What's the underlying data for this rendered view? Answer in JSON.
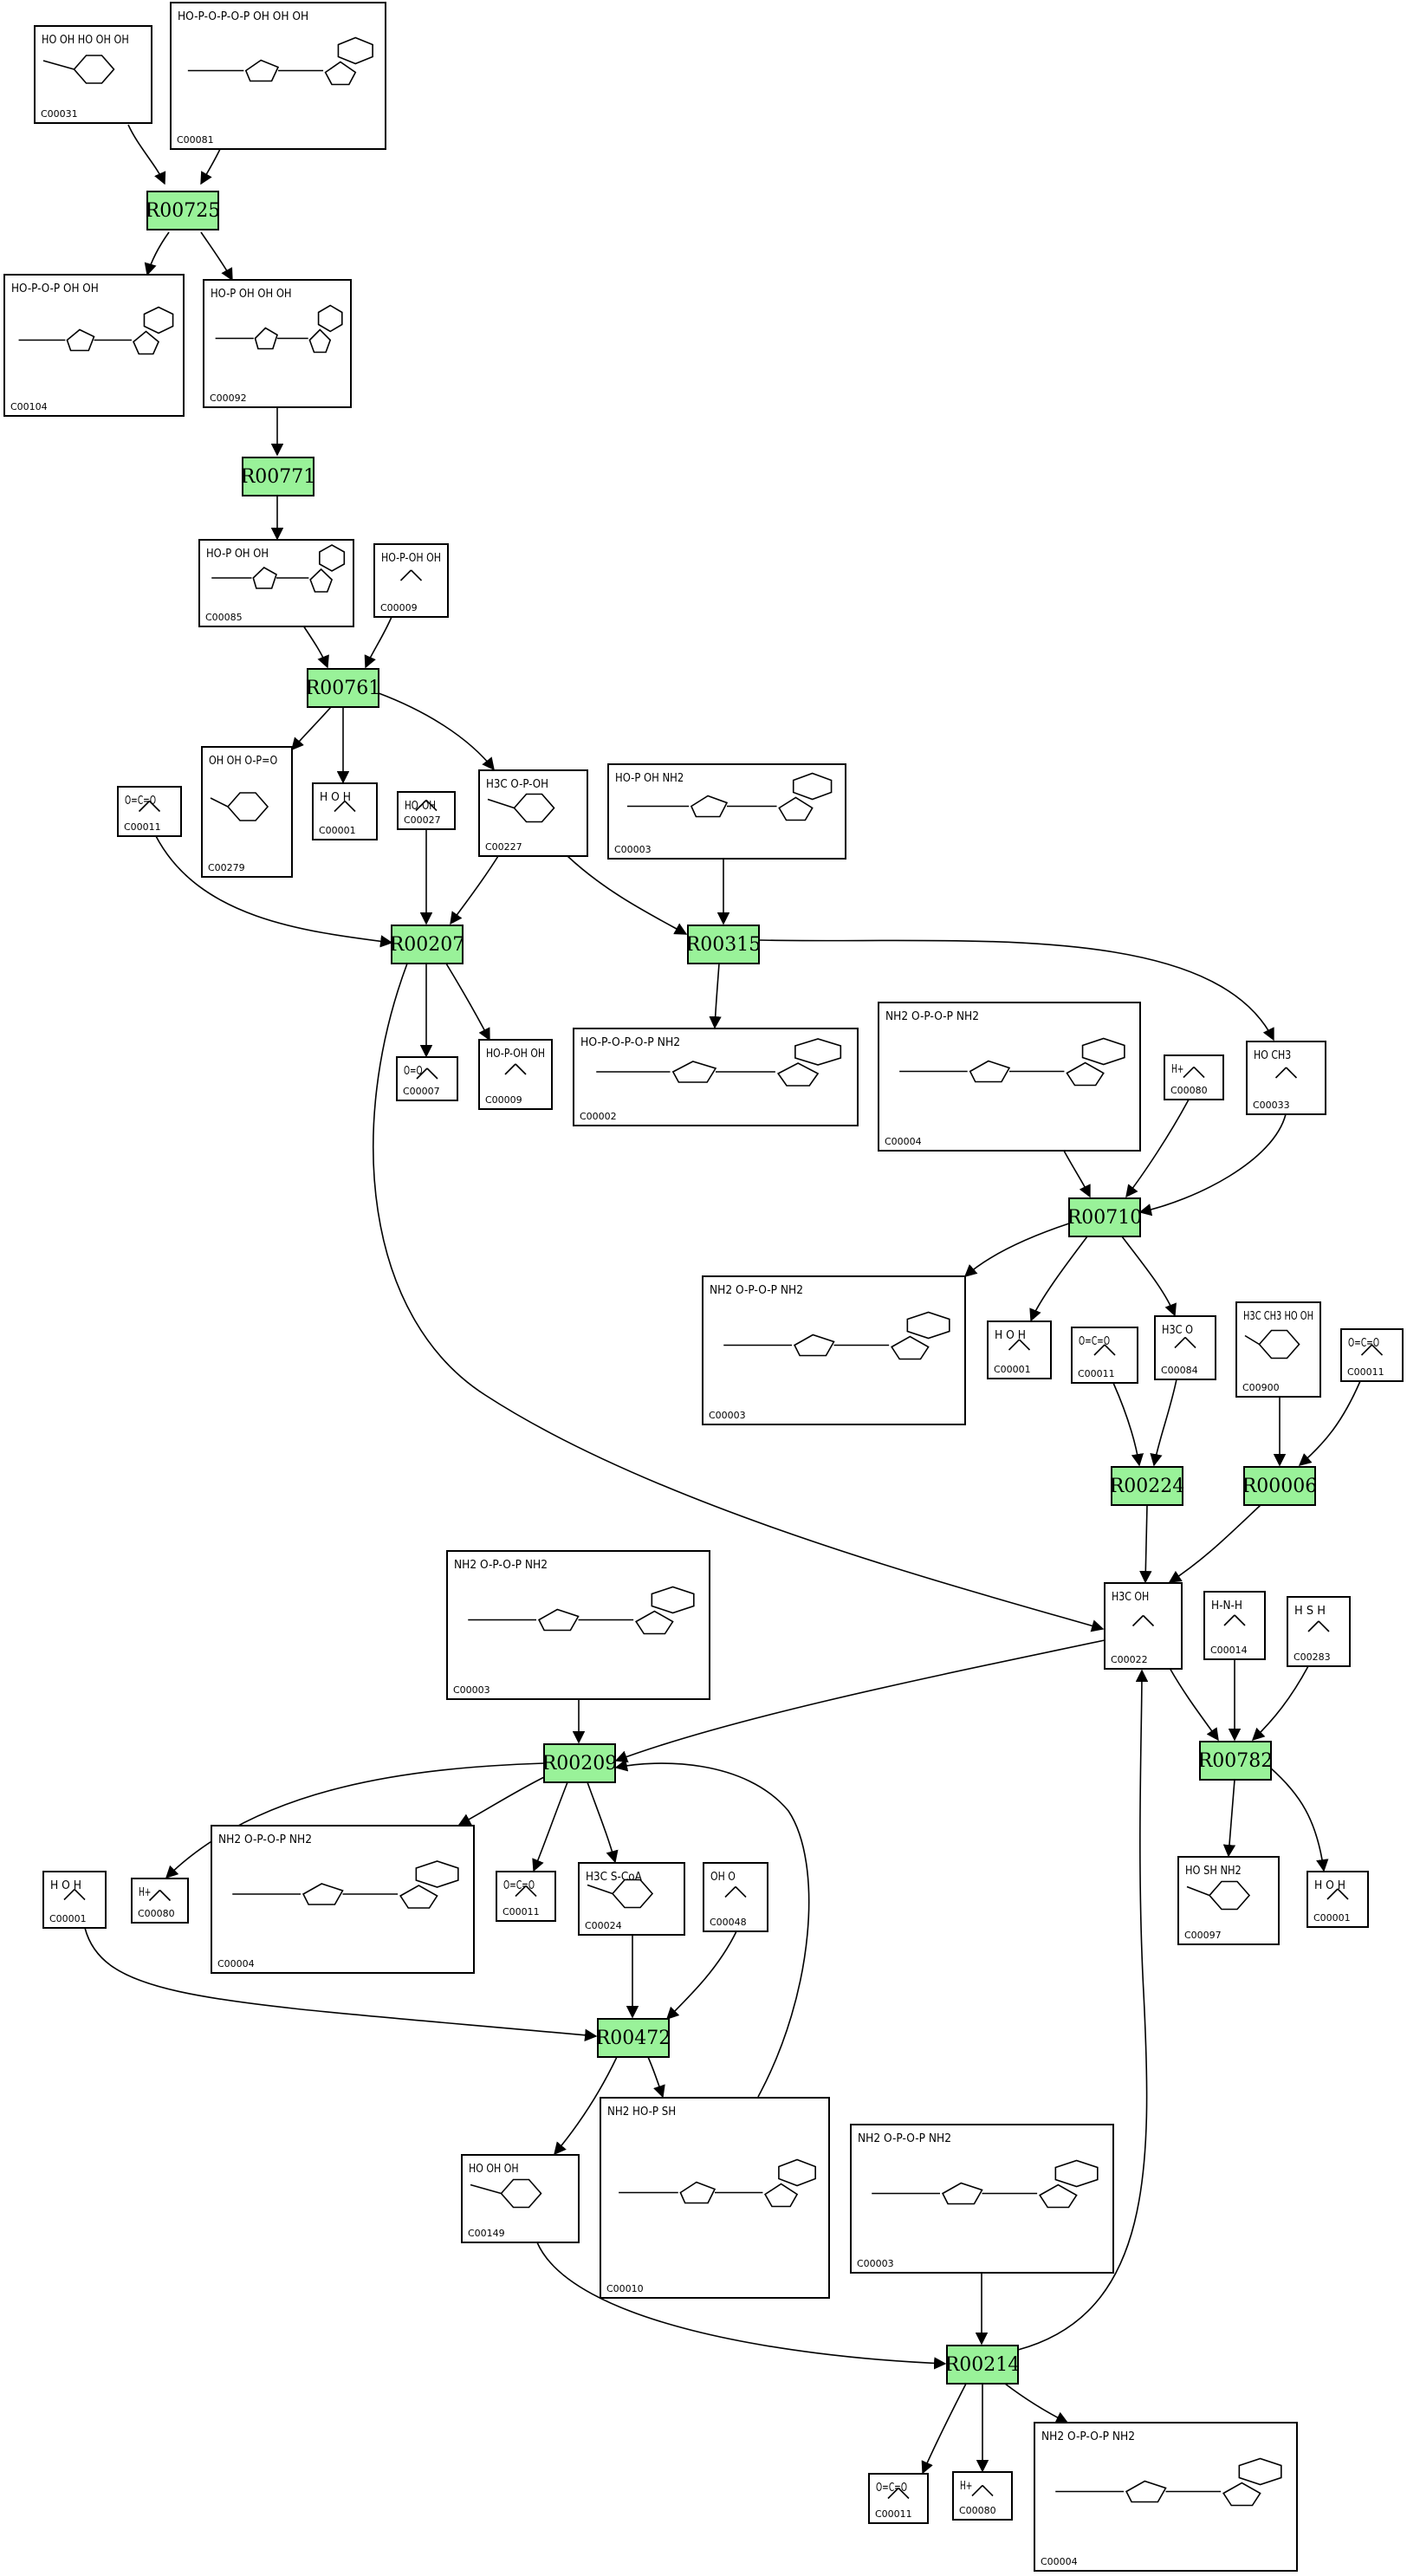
{
  "reactions": [
    {
      "id": "R00725",
      "label": "R00725"
    },
    {
      "id": "R00771",
      "label": "R00771"
    },
    {
      "id": "R00761",
      "label": "R00761"
    },
    {
      "id": "R00207",
      "label": "R00207"
    },
    {
      "id": "R00315",
      "label": "R00315"
    },
    {
      "id": "R00710",
      "label": "R00710"
    },
    {
      "id": "R00224",
      "label": "R00224"
    },
    {
      "id": "R00006",
      "label": "R00006"
    },
    {
      "id": "R00782",
      "label": "R00782"
    },
    {
      "id": "R00209",
      "label": "R00209"
    },
    {
      "id": "R00472",
      "label": "R00472"
    },
    {
      "id": "R00214",
      "label": "R00214"
    }
  ],
  "compounds": [
    {
      "key": "c_C00031",
      "label": "C00031",
      "formula": "HO OH HO OH OH"
    },
    {
      "key": "c_C00081",
      "label": "C00081",
      "formula": "HO-P-O-P-O-P OH OH OH"
    },
    {
      "key": "c_C00104",
      "label": "C00104",
      "formula": "HO-P-O-P OH OH"
    },
    {
      "key": "c_C00092",
      "label": "C00092",
      "formula": "HO-P OH OH OH"
    },
    {
      "key": "c_C00085",
      "label": "C00085",
      "formula": "HO-P OH OH"
    },
    {
      "key": "c_C00009a",
      "label": "C00009",
      "formula": "HO-P-OH OH"
    },
    {
      "key": "c_C00279",
      "label": "C00279",
      "formula": "OH OH O-P=O"
    },
    {
      "key": "c_C00001a",
      "label": "C00001",
      "formula": "H O H"
    },
    {
      "key": "c_C00011a",
      "label": "C00011",
      "formula": "O=C=O"
    },
    {
      "key": "c_C00027",
      "label": "C00027",
      "formula": "HO-OH"
    },
    {
      "key": "c_C00227",
      "label": "C00227",
      "formula": "H3C O-P-OH"
    },
    {
      "key": "c_C00003a",
      "label": "C00003",
      "formula": "HO-P OH NH2"
    },
    {
      "key": "c_C00007",
      "label": "C00007",
      "formula": "O=O"
    },
    {
      "key": "c_C00009b",
      "label": "C00009",
      "formula": "HO-P-OH OH"
    },
    {
      "key": "c_C00002",
      "label": "C00002",
      "formula": "HO-P-O-P-O-P NH2"
    },
    {
      "key": "c_C00004a",
      "label": "C00004",
      "formula": "NH2 O-P-O-P NH2"
    },
    {
      "key": "c_C00080a",
      "label": "C00080",
      "formula": "H+"
    },
    {
      "key": "c_C00033",
      "label": "C00033",
      "formula": "HO CH3"
    },
    {
      "key": "c_C00003b",
      "label": "C00003",
      "formula": "NH2 O-P-O-P NH2"
    },
    {
      "key": "c_C00001b",
      "label": "C00001",
      "formula": "H O H"
    },
    {
      "key": "c_C00011b",
      "label": "C00011",
      "formula": "O=C=O"
    },
    {
      "key": "c_C00084",
      "label": "C00084",
      "formula": "H3C O"
    },
    {
      "key": "c_C00900",
      "label": "C00900",
      "formula": "H3C CH3 HO OH"
    },
    {
      "key": "c_C00011c",
      "label": "C00011",
      "formula": "O=C=O"
    },
    {
      "key": "c_C00003c",
      "label": "C00003",
      "formula": "NH2 O-P-O-P NH2"
    },
    {
      "key": "c_C00022",
      "label": "C00022",
      "formula": "H3C OH"
    },
    {
      "key": "c_C00014",
      "label": "C00014",
      "formula": "H-N-H"
    },
    {
      "key": "c_C00283",
      "label": "C00283",
      "formula": "H S H"
    },
    {
      "key": "c_C00001c",
      "label": "C00001",
      "formula": "H O H"
    },
    {
      "key": "c_C00080b",
      "label": "C00080",
      "formula": "H+"
    },
    {
      "key": "c_C00004b",
      "label": "C00004",
      "formula": "NH2 O-P-O-P NH2"
    },
    {
      "key": "c_C00011d",
      "label": "C00011",
      "formula": "O=C=O"
    },
    {
      "key": "c_C00024",
      "label": "C00024",
      "formula": "H3C S-CoA"
    },
    {
      "key": "c_C00048",
      "label": "C00048",
      "formula": "OH O"
    },
    {
      "key": "c_C00097",
      "label": "C00097",
      "formula": "HO SH NH2"
    },
    {
      "key": "c_C00001d",
      "label": "C00001",
      "formula": "H O H"
    },
    {
      "key": "c_C00149",
      "label": "C00149",
      "formula": "HO OH OH"
    },
    {
      "key": "c_C00010",
      "label": "C00010",
      "formula": "NH2 HO-P SH"
    },
    {
      "key": "c_C00003d",
      "label": "C00003",
      "formula": "NH2 O-P-O-P NH2"
    },
    {
      "key": "c_C00011e",
      "label": "C00011",
      "formula": "O=C=O"
    },
    {
      "key": "c_C00080c",
      "label": "C00080",
      "formula": "H+"
    },
    {
      "key": "c_C00004c",
      "label": "C00004",
      "formula": "NH2 O-P-O-P NH2"
    }
  ],
  "colors": {
    "reaction_fill": "#99f299",
    "border": "#000000",
    "background": "#ffffff"
  }
}
